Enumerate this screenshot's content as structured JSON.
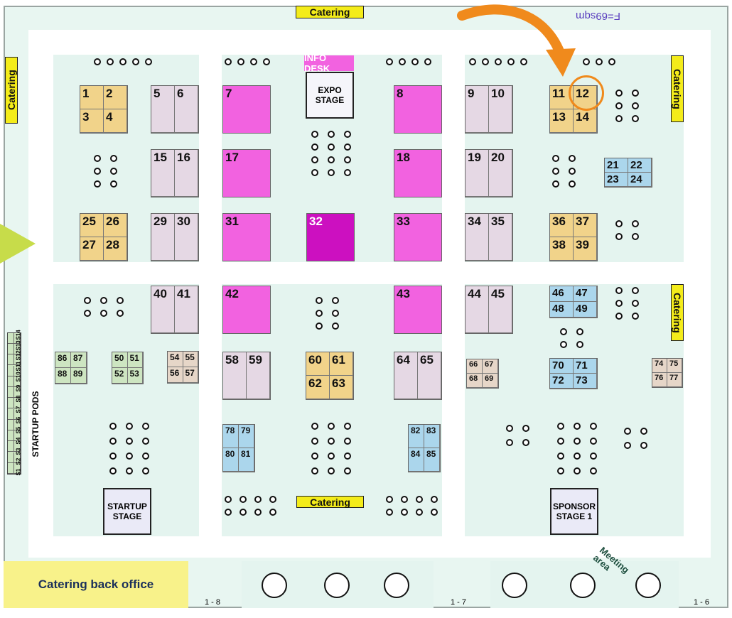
{
  "area_label": "F=69sqm",
  "catering_label": "Catering",
  "info_desk_label": "INFO DESK",
  "expo_stage_label": "EXPO\nSTAGE",
  "startup_stage_label": "STARTUP\nSTAGE",
  "sponsor_stage_label": "SPONSOR\nSTAGE 1",
  "startup_pods_label": "STARTUP PODS",
  "startup_pods": [
    "S1",
    "S2",
    "S3",
    "S4",
    "S5",
    "S6",
    "S7",
    "S8",
    "S9",
    "S10",
    "S11",
    "S12",
    "S13",
    "S14"
  ],
  "catering_back_office_label": "Catering back office",
  "meeting_area_label": "Meeting\narea",
  "exits": [
    "1 - 8",
    "1 - 7",
    "1 - 6"
  ],
  "booths": {
    "b1": [
      "1",
      "2",
      "3",
      "4"
    ],
    "b2": [
      "5",
      "6"
    ],
    "b7": [
      "7"
    ],
    "b8": [
      "8"
    ],
    "b9": [
      "9",
      "10"
    ],
    "b11": [
      "11",
      "12",
      "13",
      "14"
    ],
    "b15": [
      "15",
      "16"
    ],
    "b17": [
      "17"
    ],
    "b18": [
      "18"
    ],
    "b19": [
      "19",
      "20"
    ],
    "b21": [
      "21",
      "22",
      "23",
      "24"
    ],
    "b25": [
      "25",
      "26",
      "27",
      "28"
    ],
    "b29": [
      "29",
      "30"
    ],
    "b31": [
      "31"
    ],
    "b32": [
      "32"
    ],
    "b33": [
      "33"
    ],
    "b34": [
      "34",
      "35"
    ],
    "b36": [
      "36",
      "37",
      "38",
      "39"
    ],
    "b40": [
      "40",
      "41"
    ],
    "b42": [
      "42"
    ],
    "b43": [
      "43"
    ],
    "b44": [
      "44",
      "45"
    ],
    "b46": [
      "46",
      "47",
      "48",
      "49"
    ],
    "b86": [
      "86",
      "87",
      "88",
      "89"
    ],
    "b50": [
      "50",
      "51",
      "52",
      "53"
    ],
    "b54": [
      "54",
      "55",
      "56",
      "57"
    ],
    "b58": [
      "58",
      "59"
    ],
    "b60": [
      "60",
      "61",
      "62",
      "63"
    ],
    "b64": [
      "64",
      "65"
    ],
    "b66": [
      "66",
      "67",
      "68",
      "69"
    ],
    "b70": [
      "70",
      "71",
      "72",
      "73"
    ],
    "b74": [
      "74",
      "75",
      "76",
      "77"
    ],
    "b78": [
      "78",
      "79",
      "80",
      "81"
    ],
    "b82": [
      "82",
      "83",
      "84",
      "85"
    ]
  },
  "colors": {
    "gold": "#f1d38a",
    "lavender": "#e5d8e4",
    "pink": "#f262e0",
    "purple": "#cc10c0",
    "blue": "#abd6ec",
    "green": "#cde5c1",
    "tan": "#e6d6c8",
    "catering": "#f4ec1a",
    "highlight": "#f08a1c"
  },
  "highlight_booth": "12"
}
